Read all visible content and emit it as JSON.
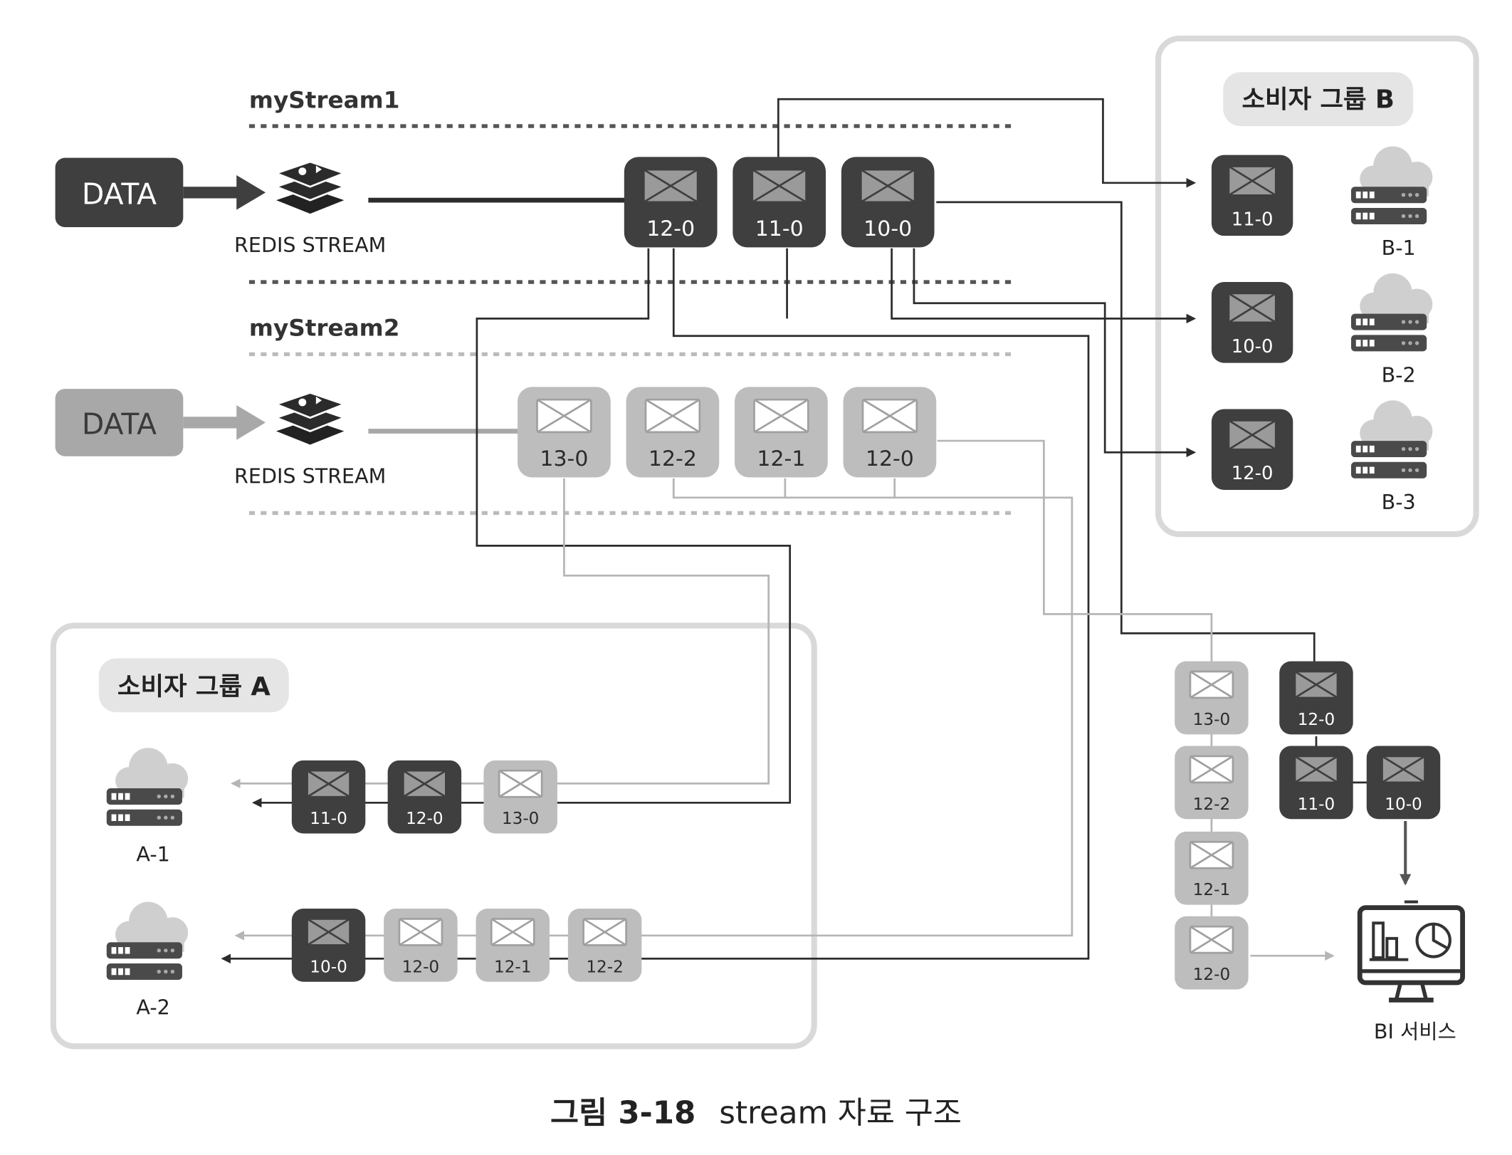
{
  "streams": {
    "s1": {
      "name": "myStream1",
      "data_label": "DATA",
      "redis_label": "REDIS STREAM",
      "messages": [
        "12-0",
        "11-0",
        "10-0"
      ]
    },
    "s2": {
      "name": "myStream2",
      "data_label": "DATA",
      "redis_label": "REDIS STREAM",
      "messages": [
        "13-0",
        "12-2",
        "12-1",
        "12-0"
      ]
    }
  },
  "group_b": {
    "title": "소비자 그룹 B",
    "consumers": [
      {
        "msg": "11-0",
        "name": "B-1"
      },
      {
        "msg": "10-0",
        "name": "B-2"
      },
      {
        "msg": "12-0",
        "name": "B-3"
      }
    ]
  },
  "group_a": {
    "title": "소비자 그룹 A",
    "a1": {
      "name": "A-1",
      "messages": [
        "11-0",
        "12-0",
        "13-0"
      ]
    },
    "a2": {
      "name": "A-2",
      "messages": [
        "10-0",
        "12-0",
        "12-1",
        "12-2"
      ]
    }
  },
  "bi": {
    "col_light": [
      "13-0",
      "12-2",
      "12-1",
      "12-0"
    ],
    "top_dark": "12-0",
    "row_dark": [
      "11-0",
      "10-0"
    ],
    "label": "BI 서비스"
  },
  "caption": {
    "prefix": "그림 3-18",
    "text": "stream 자료 구조"
  },
  "colors": {
    "dark_box": "#3f3f3f",
    "light_box": "#bdbdbd",
    "group_panel": "#d9d9d9",
    "dark_line": "#2c2c2c",
    "light_line": "#b5b5b5"
  }
}
